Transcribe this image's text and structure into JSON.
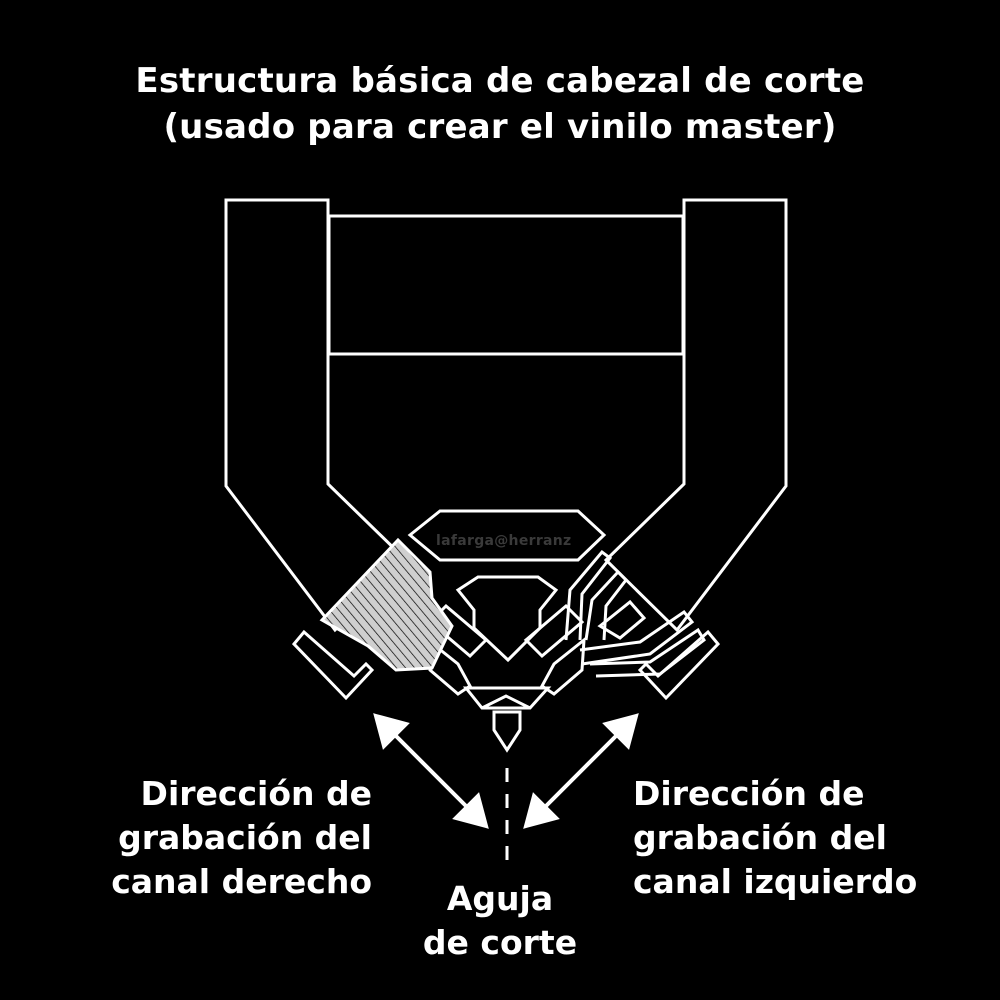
{
  "title": {
    "line1": "Estructura básica de cabezal de corte",
    "line2": "(usado para crear el vinilo master)"
  },
  "labels": {
    "right_channel": {
      "line1": "Dirección de",
      "line2": "grabación del",
      "line3": "canal derecho"
    },
    "left_channel": {
      "line1": "Dirección de",
      "line2": "grabación del",
      "line3": "canal izquierdo"
    },
    "stylus": {
      "line1": "Aguja",
      "line2": "de corte"
    }
  },
  "watermark": "lafarga@herranz",
  "colors": {
    "background": "#000000",
    "stroke": "#ffffff",
    "coil_fill": "#d0d0d0",
    "watermark": "#3a3a3a"
  }
}
